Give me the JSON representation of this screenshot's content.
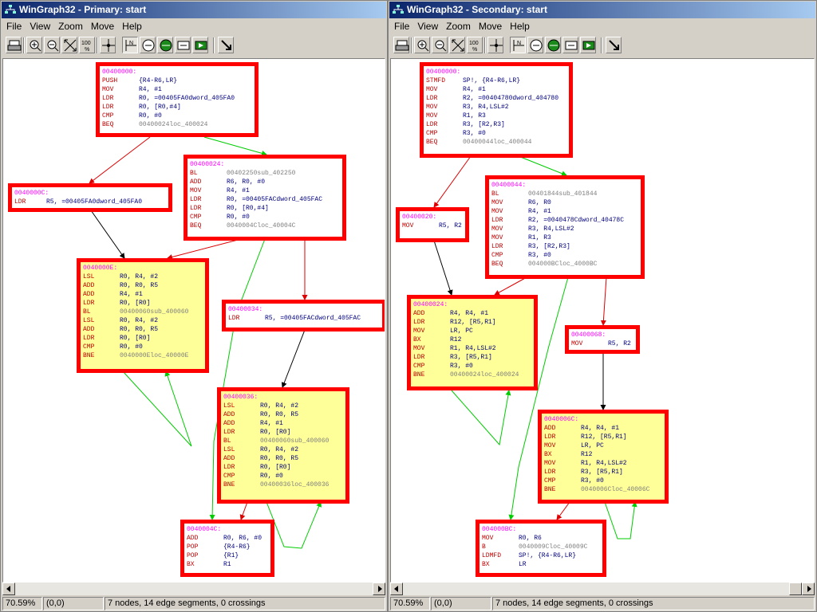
{
  "colors": {
    "node_border": "#ff0000",
    "node_fill": "#ffff99",
    "edge_true": "#00cc00",
    "edge_false": "#dd0000",
    "edge_plain": "#000000",
    "address": "#ff00ff",
    "mnemonic": "#c00000",
    "operand": "#000080"
  },
  "menu": [
    "File",
    "View",
    "Zoom",
    "Move",
    "Help"
  ],
  "toolbar_icons": [
    "print-icon",
    "zoom-in-icon",
    "zoom-out-icon",
    "zoom-fit-icon",
    "zoom-100-icon",
    "center-icon",
    "node-move-icon",
    "graph-icon",
    "layout-icon",
    "refresh-icon",
    "next-icon",
    "jump-icon"
  ],
  "left": {
    "title": "WinGraph32 - Primary: start",
    "status": {
      "zoom": "70.59%",
      "coord": "(0,0)",
      "info": "7 nodes, 14 edge segments, 0 crossings"
    },
    "nodes": [
      {
        "id": "L1",
        "fill": "white",
        "addr": "00400000:",
        "lines": [
          [
            "PUSH",
            "{R4-R6,LR}"
          ],
          [
            "MOV",
            "R4, #1"
          ],
          [
            "LDR",
            "R0, =00405FA0dword_405FA0"
          ],
          [
            "LDR",
            "R0, [R0,#4]"
          ],
          [
            "CMP",
            "R0, #0"
          ],
          [
            "BEQ",
            "00400024loc_400024"
          ]
        ]
      },
      {
        "id": "L2",
        "fill": "white",
        "addr": "0040000C:",
        "lines": [
          [
            "LDR",
            "R5, =00405FA0dword_405FA0"
          ]
        ]
      },
      {
        "id": "L3",
        "fill": "white",
        "addr": "00400024:",
        "lines": [
          [
            "BL",
            "00402250sub_402250"
          ],
          [
            "ADD",
            "R6, R0, #0"
          ],
          [
            "MOV",
            "R4, #1"
          ],
          [
            "LDR",
            "R0, =00405FACdword_405FAC"
          ],
          [
            "LDR",
            "R0, [R0,#4]"
          ],
          [
            "CMP",
            "R0, #0"
          ],
          [
            "BEQ",
            "0040004Cloc_40004C"
          ]
        ]
      },
      {
        "id": "L4",
        "fill": "yellow",
        "addr": "0040000E:",
        "lines": [
          [
            "LSL",
            "R0, R4, #2"
          ],
          [
            "ADD",
            "R0, R0, R5"
          ],
          [
            "ADD",
            "R4, #1"
          ],
          [
            "LDR",
            "R0, [R0]"
          ],
          [
            "BL",
            "00400060sub_400060"
          ],
          [
            "LSL",
            "R0, R4, #2"
          ],
          [
            "ADD",
            "R0, R0, R5"
          ],
          [
            "LDR",
            "R0, [R0]"
          ],
          [
            "CMP",
            "R0, #0"
          ],
          [
            "BNE",
            "0040000Eloc_40000E"
          ]
        ]
      },
      {
        "id": "L5",
        "fill": "white",
        "addr": "00400034:",
        "lines": [
          [
            "LDR",
            "R5, =00405FACdword_405FAC"
          ]
        ]
      },
      {
        "id": "L6",
        "fill": "yellow",
        "addr": "00400036:",
        "lines": [
          [
            "LSL",
            "R0, R4, #2"
          ],
          [
            "ADD",
            "R0, R0, R5"
          ],
          [
            "ADD",
            "R4, #1"
          ],
          [
            "LDR",
            "R0, [R0]"
          ],
          [
            "BL",
            "00400060sub_400060"
          ],
          [
            "LSL",
            "R0, R4, #2"
          ],
          [
            "ADD",
            "R0, R0, R5"
          ],
          [
            "LDR",
            "R0, [R0]"
          ],
          [
            "CMP",
            "R0, #0"
          ],
          [
            "BNE",
            "00400036loc_400036"
          ]
        ]
      },
      {
        "id": "L7",
        "fill": "white",
        "addr": "0040004C:",
        "lines": [
          [
            "ADD",
            "R0, R6, #0"
          ],
          [
            "POP",
            "{R4-R6}"
          ],
          [
            "POP",
            "{R1}"
          ],
          [
            "BX",
            "R1"
          ]
        ]
      }
    ]
  },
  "right": {
    "title": "WinGraph32 - Secondary: start",
    "status": {
      "zoom": "70.59%",
      "coord": "(0,0)",
      "info": "7 nodes, 14 edge segments, 0 crossings"
    },
    "nodes": [
      {
        "id": "R1",
        "fill": "white",
        "addr": "00400000:",
        "lines": [
          [
            "STMFD",
            "SP!, {R4-R6,LR}"
          ],
          [
            "MOV",
            "R4, #1"
          ],
          [
            "LDR",
            "R2, =00404780dword_404780"
          ],
          [
            "MOV",
            "R3, R4,LSL#2"
          ],
          [
            "MOV",
            "R1, R3"
          ],
          [
            "LDR",
            "R3, [R2,R3]"
          ],
          [
            "CMP",
            "R3, #0"
          ],
          [
            "BEQ",
            "00400044loc_400044"
          ]
        ]
      },
      {
        "id": "R2",
        "fill": "white",
        "addr": "00400020:",
        "lines": [
          [
            "MOV",
            "R5, R2"
          ]
        ]
      },
      {
        "id": "R3",
        "fill": "white",
        "addr": "00400044:",
        "lines": [
          [
            "BL",
            "00401844sub_401844"
          ],
          [
            "MOV",
            "R6, R0"
          ],
          [
            "MOV",
            "R4, #1"
          ],
          [
            "LDR",
            "R2, =0040478Cdword_40478C"
          ],
          [
            "MOV",
            "R3, R4,LSL#2"
          ],
          [
            "MOV",
            "R1, R3"
          ],
          [
            "LDR",
            "R3, [R2,R3]"
          ],
          [
            "CMP",
            "R3, #0"
          ],
          [
            "BEQ",
            "004000BCloc_4000BC"
          ]
        ]
      },
      {
        "id": "R4",
        "fill": "yellow",
        "addr": "00400024:",
        "lines": [
          [
            "ADD",
            "R4, R4, #1"
          ],
          [
            "LDR",
            "R12, [R5,R1]"
          ],
          [
            "MOV",
            "LR, PC"
          ],
          [
            "BX",
            "R12"
          ],
          [
            "MOV",
            "R1, R4,LSL#2"
          ],
          [
            "LDR",
            "R3, [R5,R1]"
          ],
          [
            "CMP",
            "R3, #0"
          ],
          [
            "BNE",
            "00400024loc_400024"
          ]
        ]
      },
      {
        "id": "R5",
        "fill": "white",
        "addr": "00400068:",
        "lines": [
          [
            "MOV",
            "R5, R2"
          ]
        ]
      },
      {
        "id": "R6",
        "fill": "yellow",
        "addr": "0040006C:",
        "lines": [
          [
            "ADD",
            "R4, R4, #1"
          ],
          [
            "LDR",
            "R12, [R5,R1]"
          ],
          [
            "MOV",
            "LR, PC"
          ],
          [
            "BX",
            "R12"
          ],
          [
            "MOV",
            "R1, R4,LSL#2"
          ],
          [
            "LDR",
            "R3, [R5,R1]"
          ],
          [
            "CMP",
            "R3, #0"
          ],
          [
            "BNE",
            "0040006Cloc_40006C"
          ]
        ]
      },
      {
        "id": "R7",
        "fill": "white",
        "addr": "004000BC:",
        "lines": [
          [
            "MOV",
            "R0, R6"
          ],
          [
            "B",
            "0040009Cloc_40009C"
          ],
          [
            "LDMFD",
            "SP!, {R4-R6,LR}"
          ],
          [
            "BX",
            "LR"
          ]
        ]
      }
    ]
  }
}
